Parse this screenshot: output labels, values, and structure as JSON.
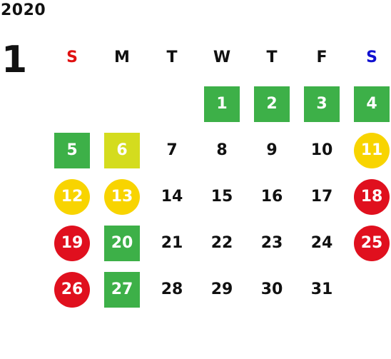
{
  "calendar": {
    "year": "2020",
    "month": "1",
    "weekdays": [
      {
        "label": "S",
        "color": "#e01010"
      },
      {
        "label": "M",
        "color": "#111111"
      },
      {
        "label": "T",
        "color": "#111111"
      },
      {
        "label": "W",
        "color": "#111111"
      },
      {
        "label": "T",
        "color": "#111111"
      },
      {
        "label": "F",
        "color": "#111111"
      },
      {
        "label": "S",
        "color": "#1010d0"
      }
    ],
    "weeks": [
      [
        {
          "day": ""
        },
        {
          "day": ""
        },
        {
          "day": ""
        },
        {
          "day": "1",
          "mark": "sq-green"
        },
        {
          "day": "2",
          "mark": "sq-green"
        },
        {
          "day": "3",
          "mark": "sq-green"
        },
        {
          "day": "4",
          "mark": "sq-green"
        }
      ],
      [
        {
          "day": "5",
          "mark": "sq-green"
        },
        {
          "day": "6",
          "mark": "sq-lime"
        },
        {
          "day": "7"
        },
        {
          "day": "8"
        },
        {
          "day": "9"
        },
        {
          "day": "10"
        },
        {
          "day": "11",
          "mark": "ci-yellow"
        }
      ],
      [
        {
          "day": "12",
          "mark": "ci-yellow"
        },
        {
          "day": "13",
          "mark": "ci-yellow"
        },
        {
          "day": "14"
        },
        {
          "day": "15"
        },
        {
          "day": "16"
        },
        {
          "day": "17"
        },
        {
          "day": "18",
          "mark": "ci-red"
        }
      ],
      [
        {
          "day": "19",
          "mark": "ci-red"
        },
        {
          "day": "20",
          "mark": "sq-green"
        },
        {
          "day": "21"
        },
        {
          "day": "22"
        },
        {
          "day": "23"
        },
        {
          "day": "24"
        },
        {
          "day": "25",
          "mark": "ci-red"
        }
      ],
      [
        {
          "day": "26",
          "mark": "ci-red"
        },
        {
          "day": "27",
          "mark": "sq-green"
        },
        {
          "day": "28"
        },
        {
          "day": "29"
        },
        {
          "day": "30"
        },
        {
          "day": "31"
        },
        {
          "day": ""
        }
      ]
    ],
    "colors": {
      "green": "#3db048",
      "lime": "#d4dc1e",
      "yellow": "#f8d400",
      "red": "#e0101e"
    }
  }
}
